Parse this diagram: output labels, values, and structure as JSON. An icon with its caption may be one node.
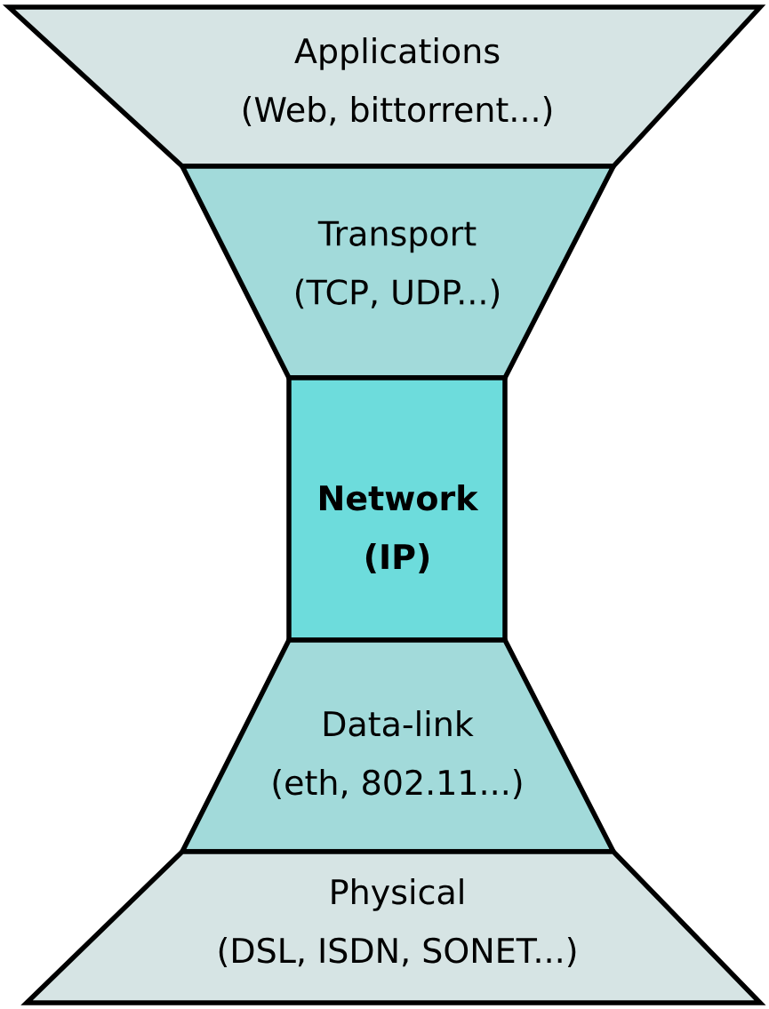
{
  "diagram": {
    "nodes": [
      {
        "text": [
          "Applications",
          "(Web, bittorrent...)"
        ]
      },
      {
        "text": [
          "Transport",
          "(TCP, UDP...)"
        ]
      },
      {
        "text": [
          "Network",
          "(IP)"
        ]
      },
      {
        "text": [
          "Data-link",
          "(eth, 802.11...)"
        ]
      },
      {
        "text": [
          "Physical",
          "(DSL, ISDN, SONET...)"
        ]
      }
    ]
  }
}
